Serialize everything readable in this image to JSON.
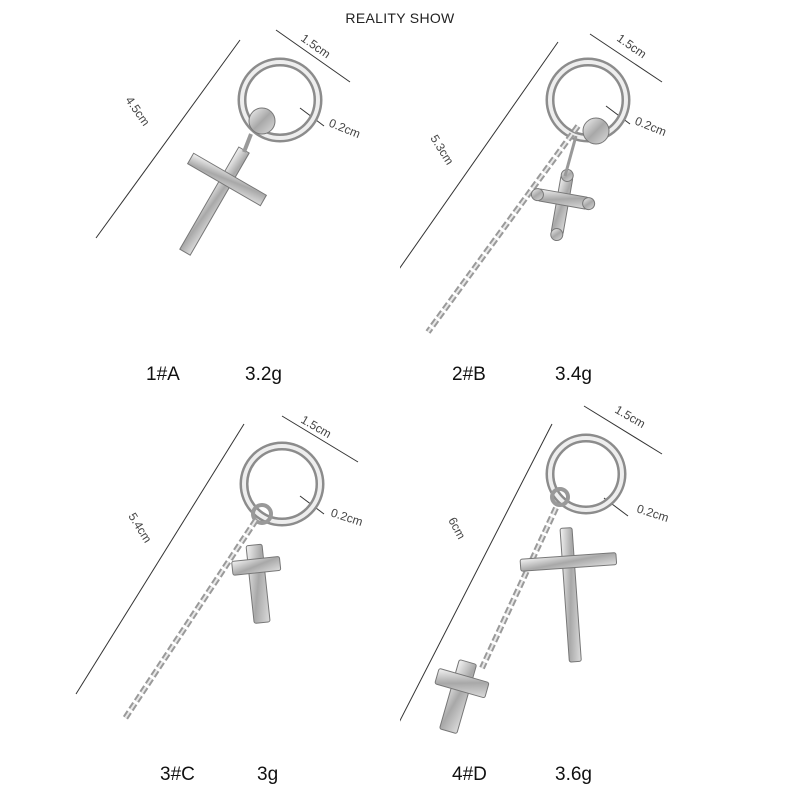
{
  "brand": "REALITY SHOW",
  "products": [
    {
      "code": "1#A",
      "weight": "3.2g",
      "length": "4.5cm",
      "width": "1.5cm",
      "thickness": "0.2cm"
    },
    {
      "code": "2#B",
      "weight": "3.4g",
      "length": "5.3cm",
      "width": "1.5cm",
      "thickness": "0.2cm"
    },
    {
      "code": "3#C",
      "weight": "3g",
      "length": "5.4cm",
      "width": "1.5cm",
      "thickness": "0.2cm"
    },
    {
      "code": "4#D",
      "weight": "3.6g",
      "length": "6cm",
      "width": "1.5cm",
      "thickness": "0.2cm"
    }
  ],
  "colors": {
    "metal_light": "#e6e6e6",
    "metal_dark": "#8a8a8a",
    "line": "#333333"
  }
}
